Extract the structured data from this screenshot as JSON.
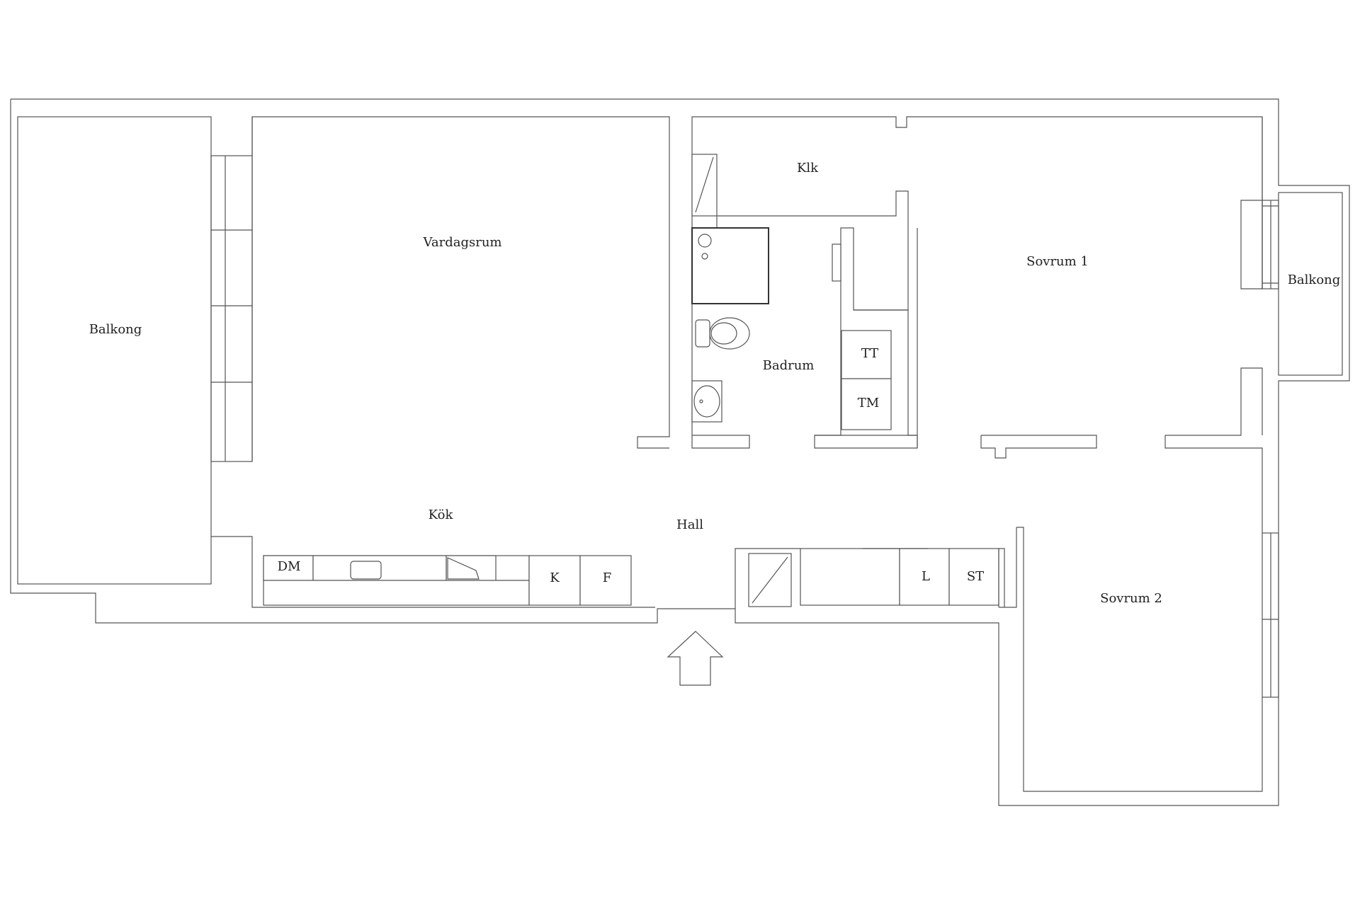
{
  "rooms": {
    "balkong_west": "Balkong",
    "vardagsrum": "Vardagsrum",
    "kok": "Kök",
    "hall": "Hall",
    "klk": "Klk",
    "badrum": "Badrum",
    "sovrum1": "Sovrum 1",
    "balkong_east": "Balkong",
    "sovrum2": "Sovrum 2"
  },
  "appliances": {
    "dm": "DM",
    "k": "K",
    "f": "F",
    "l": "L",
    "st": "ST",
    "tt": "TT",
    "tm": "TM"
  },
  "entrance": {
    "icon": "entrance-arrow-icon"
  }
}
